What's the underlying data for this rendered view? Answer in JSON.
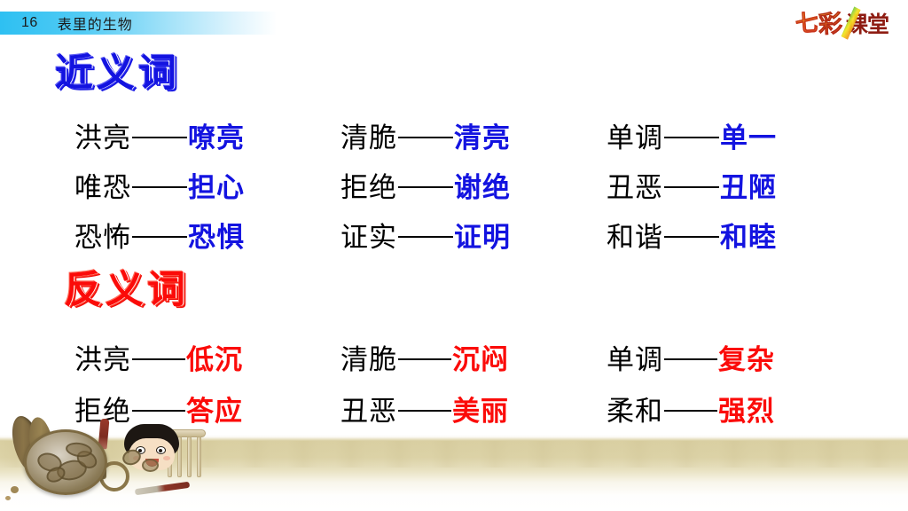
{
  "header": {
    "lesson_number": "16",
    "title": "表里的生物"
  },
  "logo": {
    "part1": "七",
    "part2": "彩",
    "part3": "课堂",
    "full_text": "七彩课堂"
  },
  "sections": [
    {
      "heading": "近义词",
      "heading_color": "#1313e0",
      "answer_color": "#1313e0",
      "connector": "——",
      "columns": [
        {
          "pairs": [
            {
              "left": "洪亮",
              "right": "嘹亮"
            },
            {
              "left": "唯恐",
              "right": "担心"
            },
            {
              "left": "恐怖",
              "right": "恐惧"
            }
          ]
        },
        {
          "pairs": [
            {
              "left": "清脆",
              "right": "清亮"
            },
            {
              "left": "拒绝",
              "right": "谢绝"
            },
            {
              "left": "证实",
              "right": "证明"
            }
          ]
        },
        {
          "pairs": [
            {
              "left": "单调",
              "right": "单一"
            },
            {
              "left": "丑恶",
              "right": "丑陋"
            },
            {
              "left": "和谐",
              "right": "和睦"
            }
          ]
        }
      ]
    },
    {
      "heading": "反义词",
      "heading_color": "#fb0b09",
      "answer_color": "#fb0b09",
      "connector": "——",
      "columns": [
        {
          "pairs": [
            {
              "left": "洪亮",
              "right": "低沉"
            },
            {
              "left": "拒绝",
              "right": "答应"
            }
          ]
        },
        {
          "pairs": [
            {
              "left": "清脆",
              "right": "沉闷"
            },
            {
              "left": "丑恶",
              "right": "美丽"
            }
          ]
        },
        {
          "pairs": [
            {
              "left": "单调",
              "right": "复杂"
            },
            {
              "left": "柔和",
              "right": "强烈"
            }
          ]
        }
      ]
    }
  ],
  "synonyms": {
    "c0": {
      "p0": {
        "left": "洪亮",
        "right": "嘹亮"
      },
      "p1": {
        "left": "唯恐",
        "right": "担心"
      },
      "p2": {
        "left": "恐怖",
        "right": "恐惧"
      }
    },
    "c1": {
      "p0": {
        "left": "清脆",
        "right": "清亮"
      },
      "p1": {
        "left": "拒绝",
        "right": "谢绝"
      },
      "p2": {
        "left": "证实",
        "right": "证明"
      }
    },
    "c2": {
      "p0": {
        "left": "单调",
        "right": "单一"
      },
      "p1": {
        "left": "丑恶",
        "right": "丑陋"
      },
      "p2": {
        "left": "和谐",
        "right": "和睦"
      }
    }
  },
  "antonyms": {
    "c0": {
      "p0": {
        "left": "洪亮",
        "right": "低沉"
      },
      "p1": {
        "left": "拒绝",
        "right": "答应"
      }
    },
    "c1": {
      "p0": {
        "left": "清脆",
        "right": "沉闷"
      },
      "p1": {
        "left": "丑恶",
        "right": "美丽"
      }
    },
    "c2": {
      "p0": {
        "left": "单调",
        "right": "复杂"
      },
      "p1": {
        "left": "柔和",
        "right": "强烈"
      }
    }
  },
  "illustration": {
    "description": "pocket-watch-open-with-gears-boy-at-table",
    "elements": [
      "pocket-watch",
      "gears",
      "screwdriver",
      "boy",
      "chair",
      "wooden-table"
    ]
  },
  "colors": {
    "header_gradient_start": "#2ec0f2",
    "header_gradient_end": "#ffffff",
    "synonym_blue": "#1313e0",
    "antonym_red": "#fb0b09",
    "table_band": "#d6cb9a",
    "background": "#ffffff"
  }
}
